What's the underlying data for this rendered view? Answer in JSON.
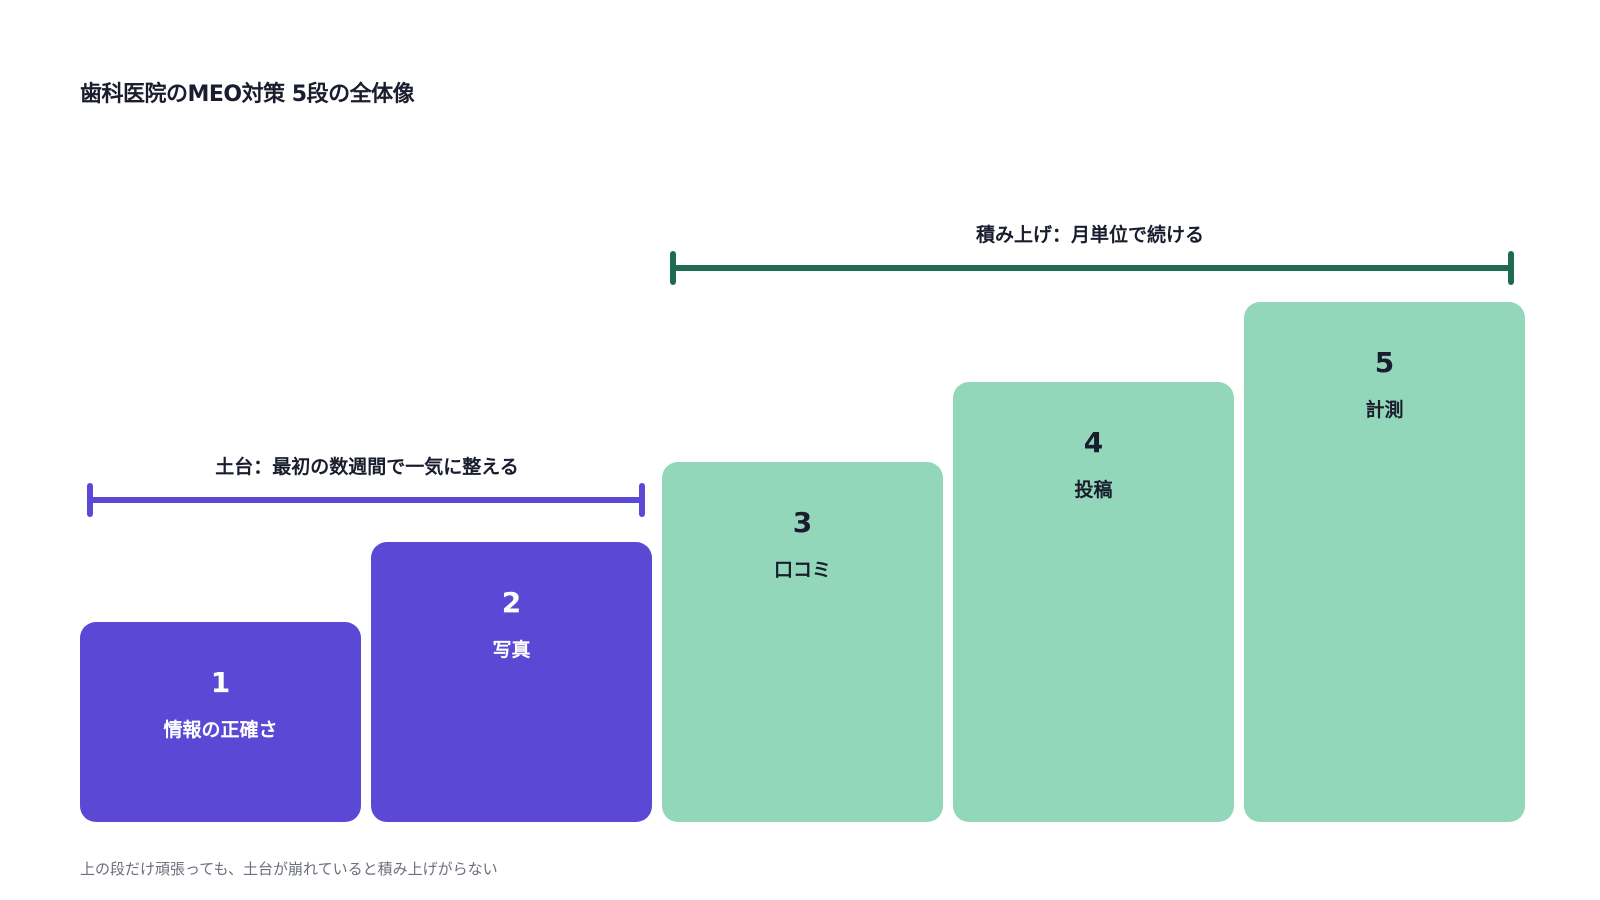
{
  "title": "歯科医院のMEO対策 5段の全体像",
  "brackets": {
    "foundation": {
      "label": "土台：最初の数週間で一気に整える",
      "color": "#5b49d6"
    },
    "build": {
      "label": "積み上げ：月単位で続ける",
      "color": "#1e6b52"
    }
  },
  "steps": [
    {
      "number": "1",
      "label": "情報の正確さ",
      "group": "foundation"
    },
    {
      "number": "2",
      "label": "写真",
      "group": "foundation"
    },
    {
      "number": "3",
      "label": "口コミ",
      "group": "build"
    },
    {
      "number": "4",
      "label": "投稿",
      "group": "build"
    },
    {
      "number": "5",
      "label": "計測",
      "group": "build"
    }
  ],
  "colors": {
    "foundation_fill": "#5b49d6",
    "build_fill": "#93d7bb",
    "text_dark": "#1a1d2e",
    "text_muted": "#6b6f7b"
  },
  "footnote": "上の段だけ頑張っても、土台が崩れていると積み上げがらない"
}
